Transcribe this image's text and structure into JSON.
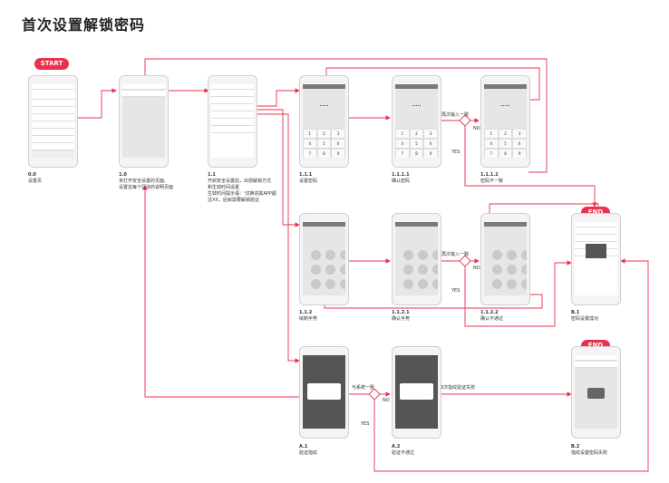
{
  "title": "首次设置解锁密码",
  "start_label": "START",
  "end_label": "END",
  "screens": [
    {
      "id": "s00",
      "num": "0.0",
      "caption": "设置页"
    },
    {
      "id": "s10",
      "num": "1.0",
      "caption": "未打开安全设置的页面,\n设置这每个区块的说明页面"
    },
    {
      "id": "s11",
      "num": "1.1",
      "caption": "开启安全设置后，出现解锁方式\n和生效时间设置\n生效时间提示语：'切换进其APP超\n过XX，后就需要解锁验证"
    },
    {
      "id": "s111",
      "num": "1.1.1",
      "caption": "设置密码"
    },
    {
      "id": "s1111",
      "num": "1.1.1.1",
      "caption": "确认密码"
    },
    {
      "id": "s1112",
      "num": "1.1.1.2",
      "caption": "密码不一致"
    },
    {
      "id": "s112",
      "num": "1.1.2",
      "caption": "绘制手势"
    },
    {
      "id": "s1121",
      "num": "1.1.2.1",
      "caption": "确认手势"
    },
    {
      "id": "s1122",
      "num": "1.1.2.2",
      "caption": "确认不通过"
    },
    {
      "id": "sA1",
      "num": "A.1",
      "caption": "验证指纹"
    },
    {
      "id": "sA2",
      "num": "A.2",
      "caption": "验证不通过"
    },
    {
      "id": "sB1",
      "num": "B.1",
      "caption": "密码设置成功"
    },
    {
      "id": "sB2",
      "num": "B.2",
      "caption": "指纹设置密码失败"
    }
  ],
  "flow_labels": {
    "again_pw": "再次输入一致",
    "again_gesture": "再次输入一致",
    "no1": "NO",
    "no2": "NO",
    "no3": "NO",
    "yes1": "YES",
    "yes2": "YES",
    "yes3": "YES",
    "fp_match": "与系统一致",
    "three_fail": "3次指纹验证失败"
  },
  "colors": {
    "accent": "#e8334e",
    "line": "#e8334e"
  }
}
